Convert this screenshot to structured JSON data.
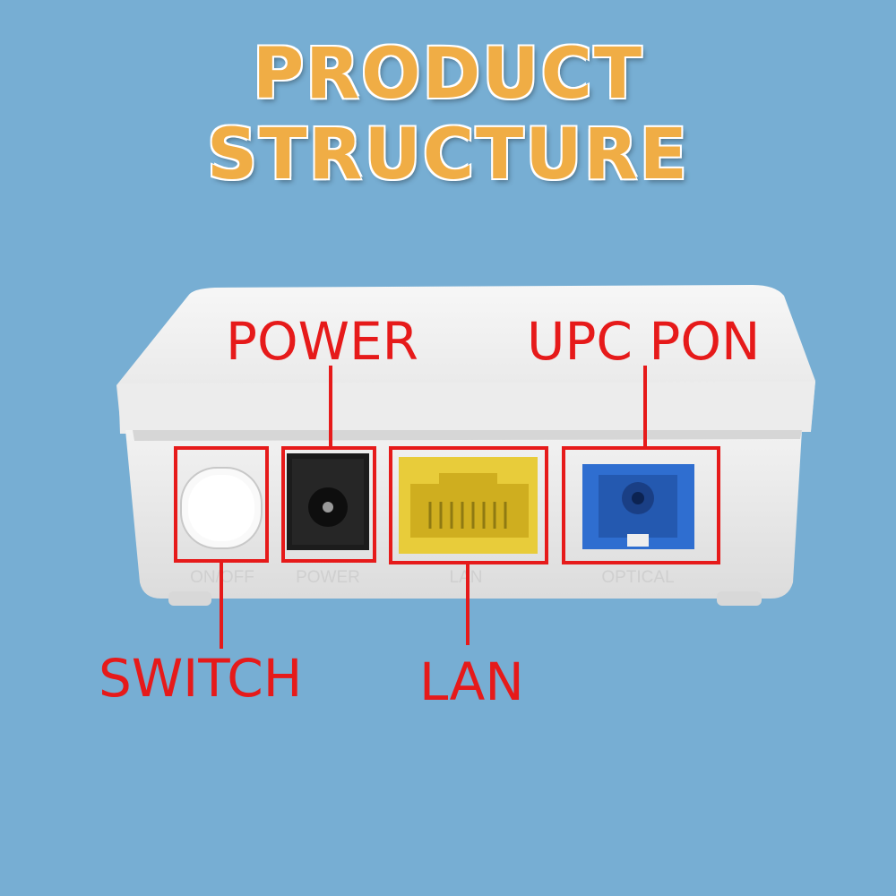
{
  "title": "PRODUCT STRUCTURE",
  "colors": {
    "background": "#77aed3",
    "title": "#f0ad45",
    "callout": "#e61a1a",
    "device": "#eeeeee",
    "lan_port": "#e8cc3a",
    "optical_port": "#2f6ed0"
  },
  "callouts": {
    "power": "POWER",
    "upc_pon": "UPC PON",
    "switch": "SWITCH",
    "lan": "LAN"
  },
  "device_labels": {
    "switch": "ON/OFF",
    "power": "POWER",
    "lan": "LAN",
    "optical": "OPTICAL"
  }
}
